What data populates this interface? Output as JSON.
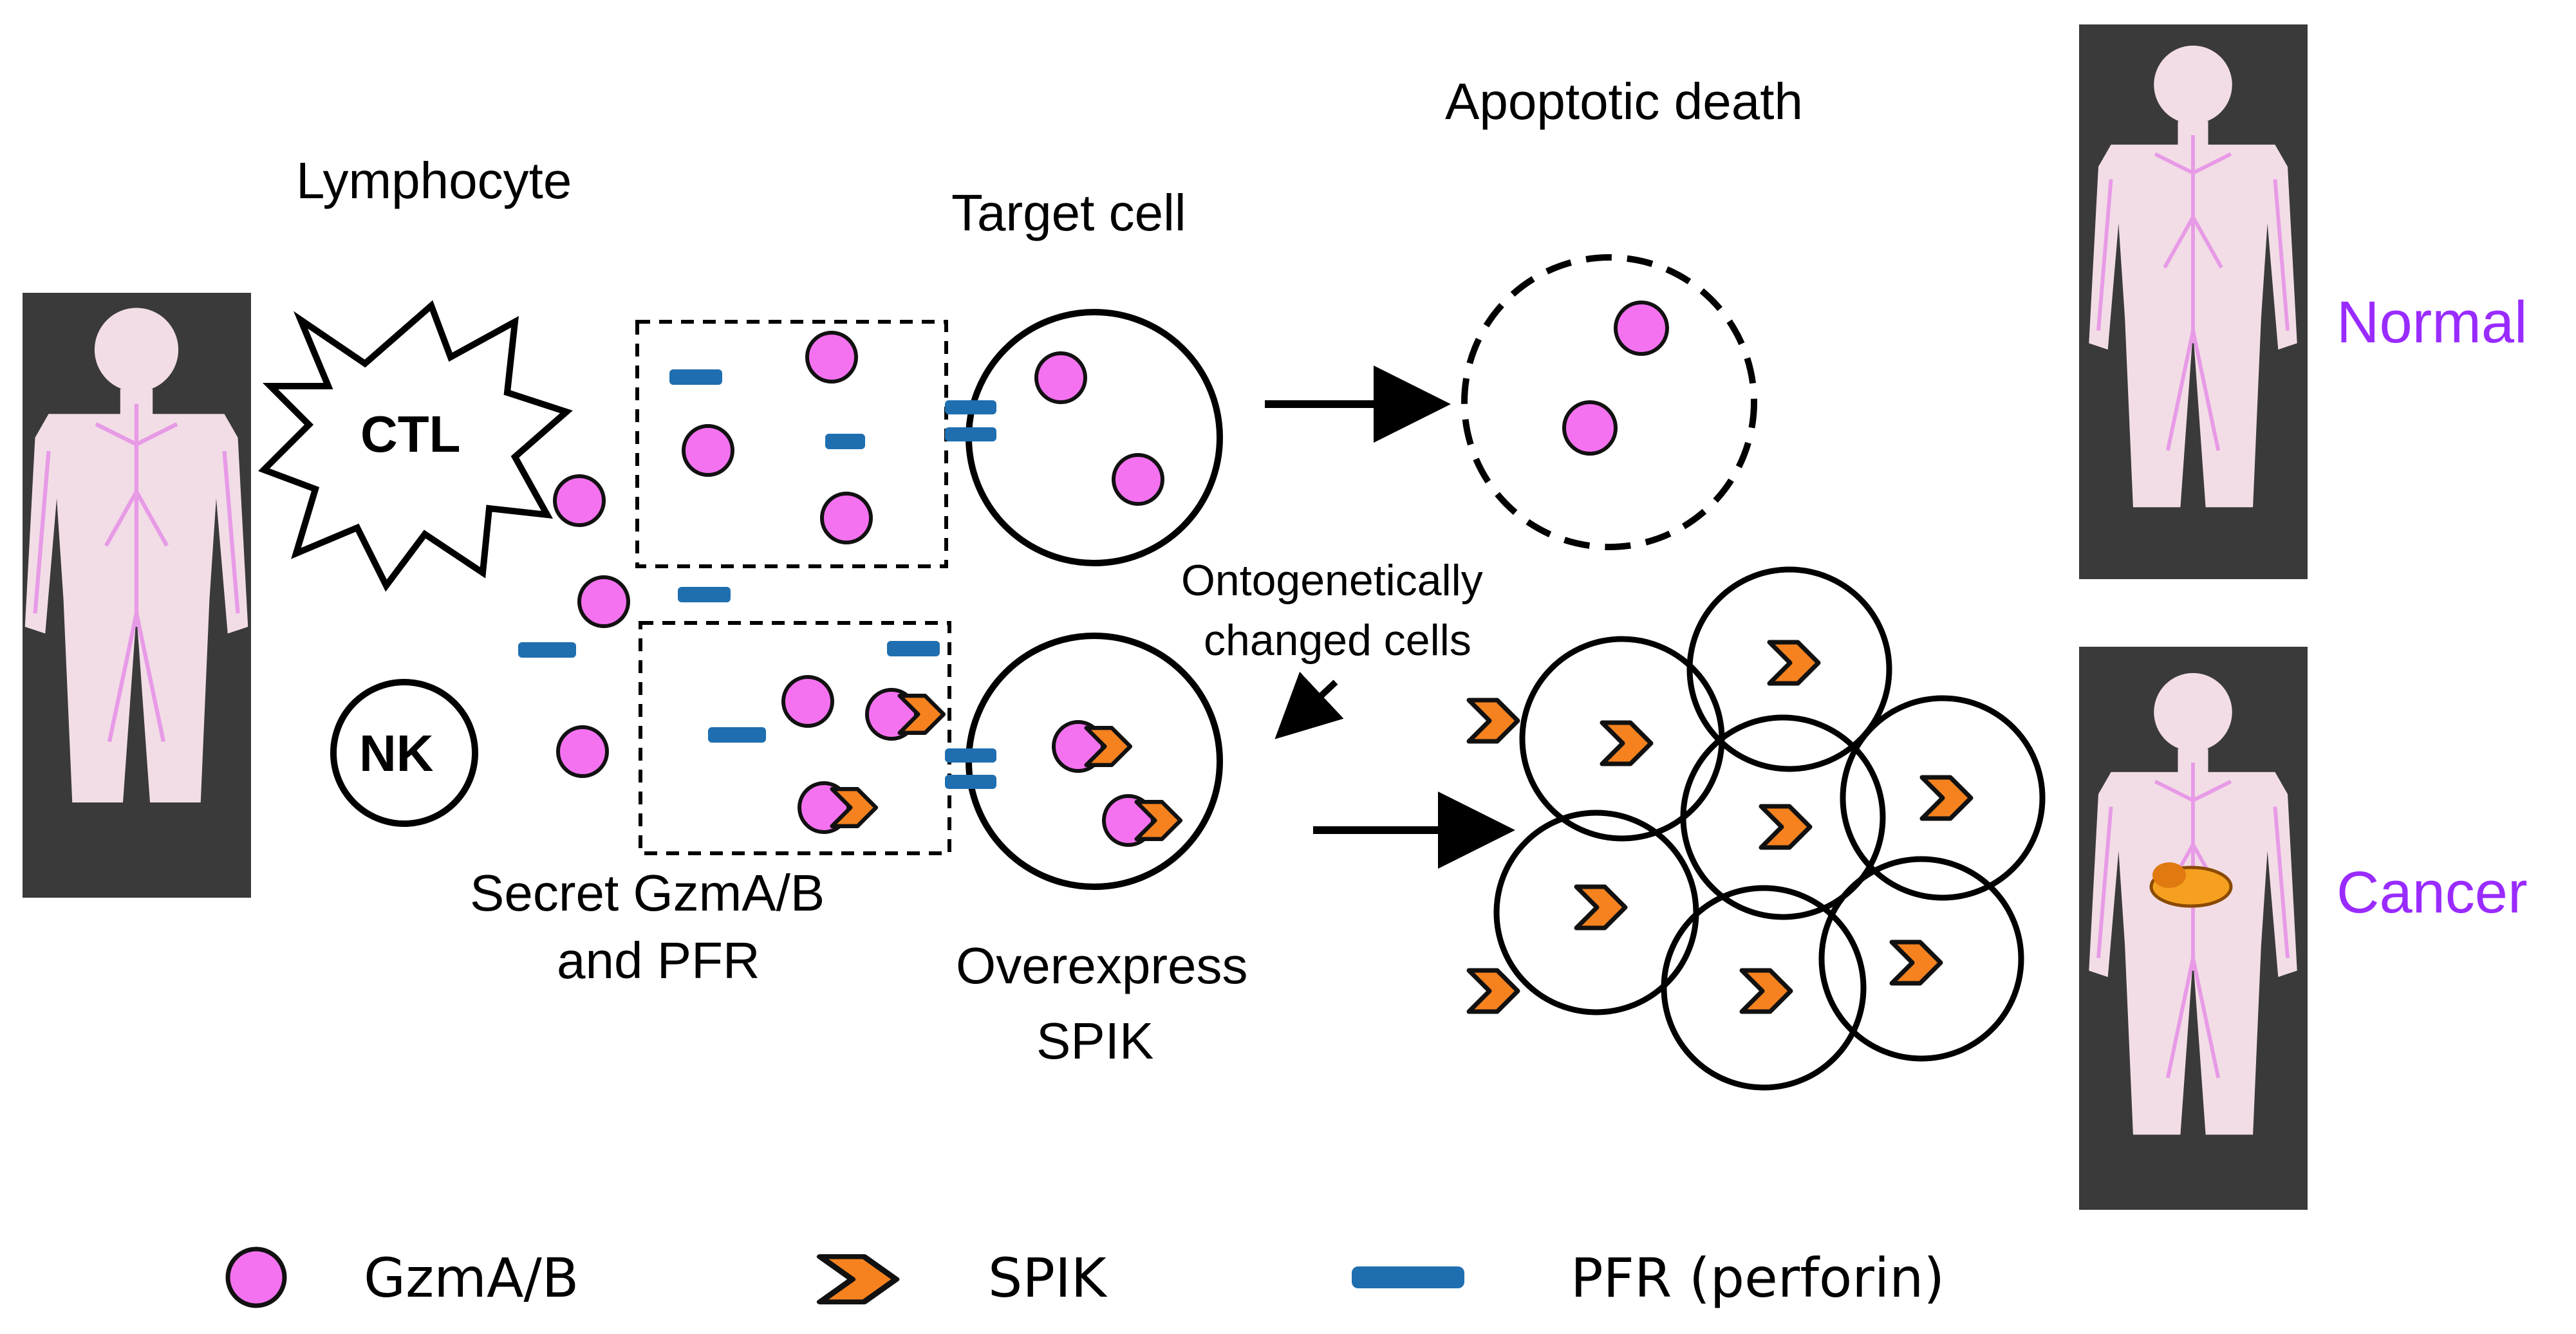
{
  "labels": {
    "lymphocyte": "Lymphocyte",
    "ctl": "CTL",
    "nk": "NK",
    "target_cell": "Target cell",
    "apoptotic_death": "Apoptotic death",
    "secret_line1": "Secret GzmA/B",
    "secret_line2": "and PFR",
    "overexpress_line1": "Overexpress",
    "overexpress_line2": "SPIK",
    "ontogenetic_line1": "Ontogenetically",
    "ontogenetic_line2": "changed cells",
    "normal": "Normal",
    "cancer": "Cancer"
  },
  "legend": {
    "gzm": "GzmA/B",
    "spik": "SPIK",
    "pfr": "PFR (perforin)"
  },
  "colors": {
    "gzm_fill": "#f472f0",
    "spik_fill": "#f5821f",
    "pfr_fill": "#1f6fb0",
    "silhouette_bg": "#3a3a3a",
    "body_fill": "#f2dde6",
    "accent_purple": "#9a2bff"
  }
}
